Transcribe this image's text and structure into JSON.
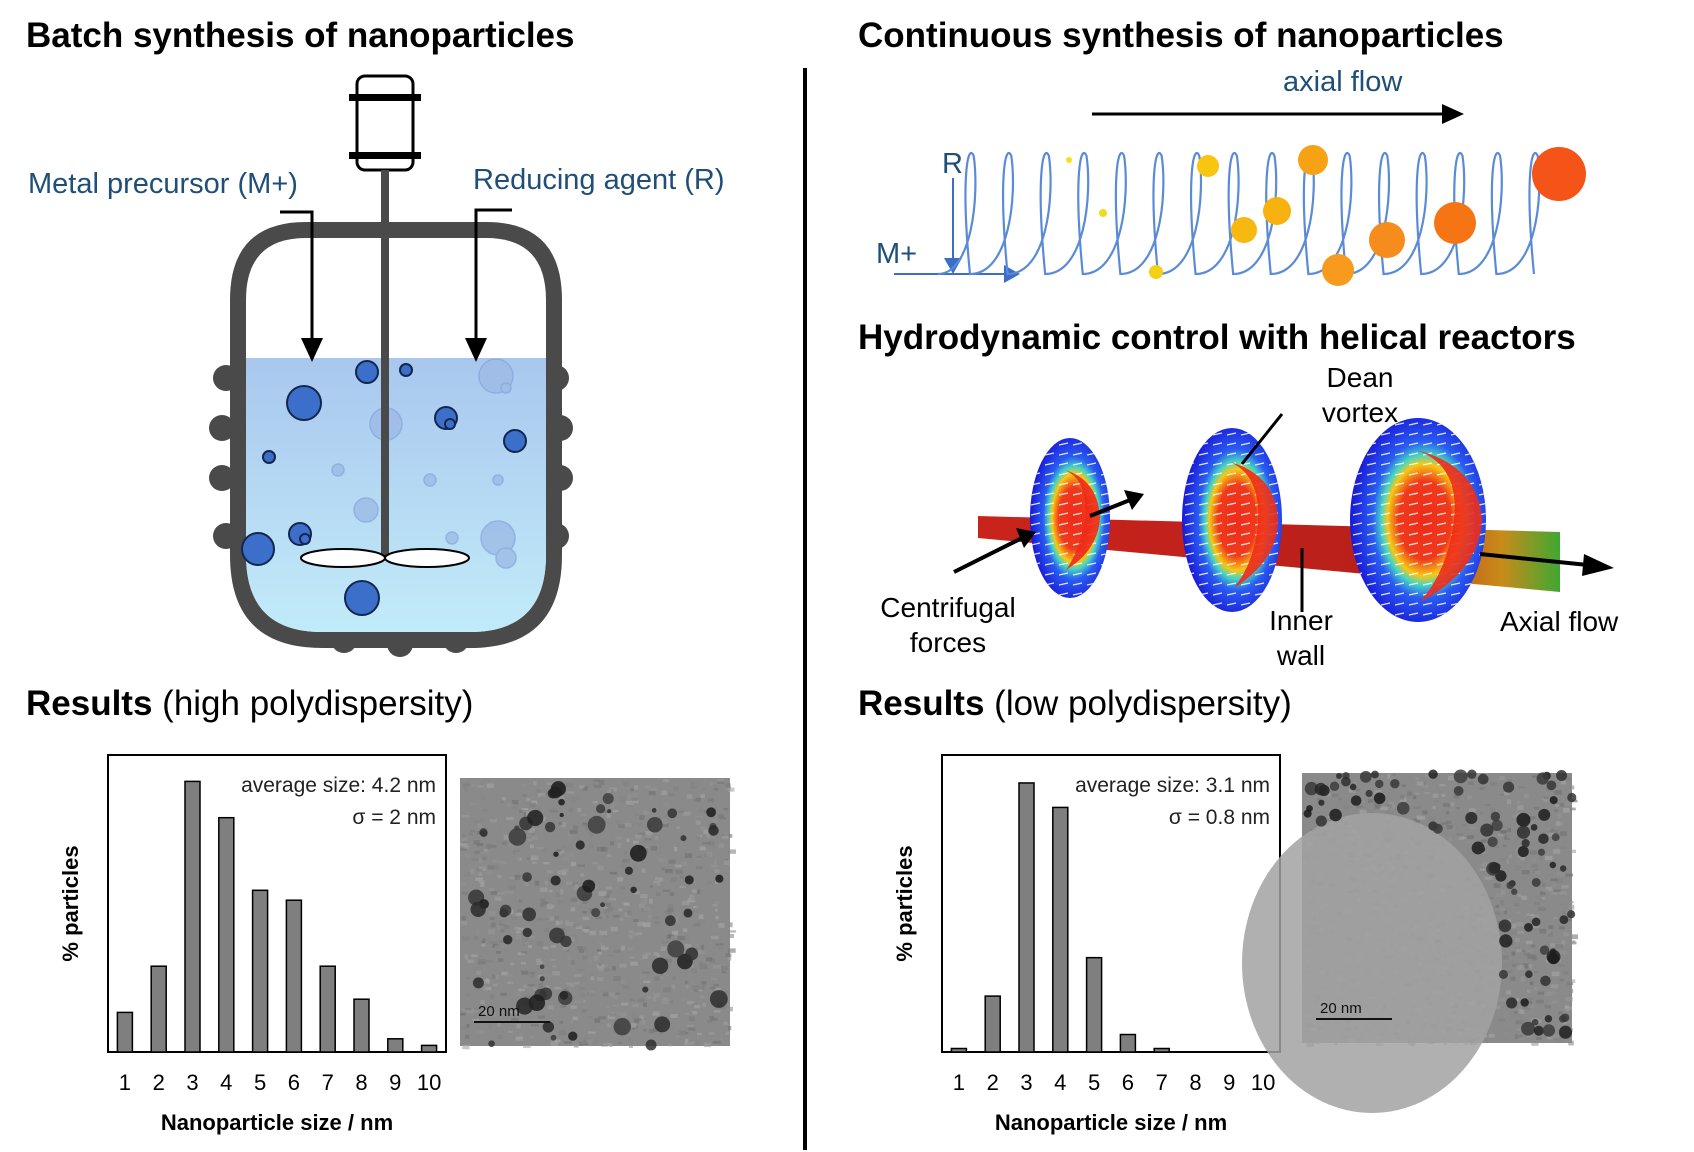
{
  "left": {
    "title": "Batch synthesis of nanoparticles",
    "metal_label": "Metal precursor (M+)",
    "reducing_label": "Reducing agent (R)",
    "results_bold": "Results",
    "results_rest": " (high polydispersity)",
    "tem_scale": "20 nm"
  },
  "right": {
    "title": "Continuous synthesis of nanoparticles",
    "axial_flow_label": "axial flow",
    "r_label": "R",
    "m_label": "M+",
    "hydro_title": "Hydrodynamic control with helical reactors",
    "dean_label_1": "Dean",
    "dean_label_2": "vortex",
    "centrifugal_label_1": "Centrifugal",
    "centrifugal_label_2": "forces",
    "inner_label_1": "Inner",
    "inner_label_2": "wall",
    "axial_flow_label2": "Axial flow",
    "results_bold": "Results",
    "results_rest": " (low polydispersity)",
    "tem_scale": "20 nm"
  },
  "colors": {
    "liquid_top": "#a9c7ee",
    "liquid_bottom": "#c2ecf9",
    "vessel": "#4a4a4a",
    "particle": "#3b6fc9",
    "helix": "#5b8bd6",
    "bar": "#7f7f7f"
  },
  "chart_data": [
    {
      "type": "bar",
      "categories": [
        "1",
        "2",
        "3",
        "4",
        "5",
        "6",
        "7",
        "8",
        "9",
        "10"
      ],
      "values": [
        12,
        26,
        82,
        71,
        49,
        46,
        26,
        16,
        4,
        2
      ],
      "xlabel": "Nanoparticle size / nm",
      "ylabel": "% particles",
      "annotation_1": "average size: 4.2 nm",
      "annotation_2": "σ = 2 nm",
      "ylim": [
        0,
        90
      ]
    },
    {
      "type": "bar",
      "categories": [
        "1",
        "2",
        "3",
        "4",
        "5",
        "6",
        "7",
        "8",
        "9",
        "10"
      ],
      "values": [
        1,
        16,
        77,
        70,
        27,
        5,
        1,
        0,
        0,
        0
      ],
      "xlabel": "Nanoparticle size / nm",
      "ylabel": "% particles",
      "annotation_1": "average size: 3.1 nm",
      "annotation_2": "σ = 0.8 nm",
      "ylim": [
        0,
        85
      ]
    }
  ]
}
